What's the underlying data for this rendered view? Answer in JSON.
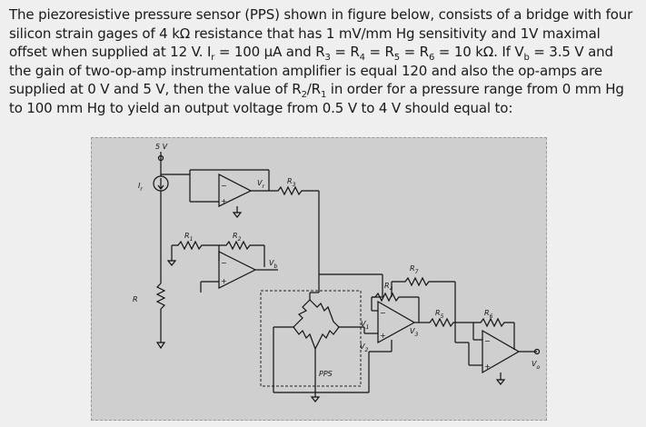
{
  "question": {
    "p1": "The piezoresistive pressure sensor (PPS) shown in figure below, consists of a bridge with four silicon strain gages of 4 kΩ resistance that has 1 mV/mm Hg sensitivity and 1V maximal offset when supplied at 12 V. I",
    "p1_sub": "r",
    "p2": " = 100 µA and R",
    "p2_sub": "3",
    "p3": " = R",
    "p3_sub": "4",
    "p4": " = R",
    "p4_sub": "5",
    "p5": " = R",
    "p5_sub": "6",
    "p6": " = 10 kΩ. If V",
    "p6_sub": "b",
    "p7": " = 3.5 V and the gain of two-op-amp instrumentation amplifier is equal 120 and also the op-amps are supplied at 0 V and 5 V, then the value of R",
    "p7_sub": "2",
    "p8": "/R",
    "p8_sub": "1",
    "p9": " in order for a pressure range from 0 mm Hg to 100 mm Hg to yield an output voltage from 0.5 V to 4 V should equal to:"
  },
  "figure": {
    "supply_label": "5 V",
    "ir_label": "I",
    "ir_sub": "r",
    "r_label": "R",
    "r1_label": "R",
    "r1_sub": "1",
    "r2_label": "R",
    "r2_sub": "2",
    "r3_label": "R",
    "r3_sub": "3",
    "r4_label": "R",
    "r4_sub": "4",
    "r5_label": "R",
    "r5_sub": "5",
    "r6_label": "R",
    "r6_sub": "6",
    "r7_label": "R",
    "r7_sub": "7",
    "vr_label": "V",
    "vr_sub": "r",
    "vb_label": "V",
    "vb_sub": "b",
    "v1_label": "V",
    "v1_sub": "1",
    "v2_label": "V",
    "v2_sub": "2",
    "v3_label": "V",
    "v3_sub": "3",
    "vo_label": "V",
    "vo_sub": "o",
    "pps_label": "PPS",
    "plus": "+",
    "minus": "−"
  }
}
